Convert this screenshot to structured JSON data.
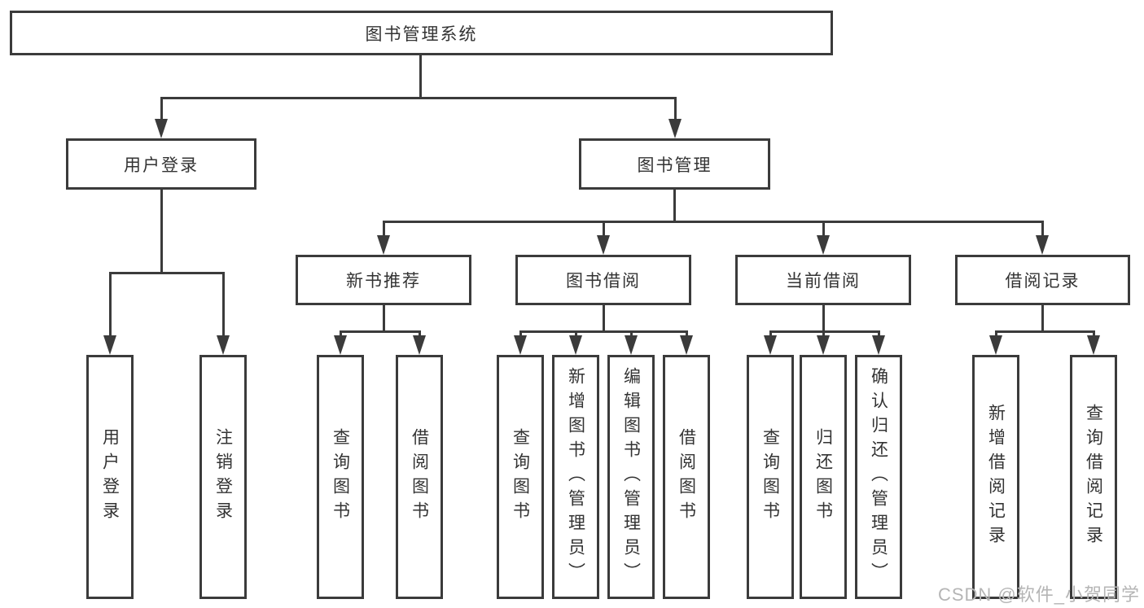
{
  "diagram": {
    "root": {
      "label": "图书管理系统"
    },
    "user_branch": {
      "label": "用户登录",
      "children": [
        {
          "label": "用户登录"
        },
        {
          "label": "注销登录"
        }
      ]
    },
    "book_branch": {
      "label": "图书管理",
      "groups": [
        {
          "label": "新书推荐",
          "children": [
            {
              "label": "查询图书"
            },
            {
              "label": "借阅图书"
            }
          ]
        },
        {
          "label": "图书借阅",
          "children": [
            {
              "label": "查询图书"
            },
            {
              "label": "新增图书（管理员）"
            },
            {
              "label": "编辑图书（管理员）"
            },
            {
              "label": "借阅图书"
            }
          ]
        },
        {
          "label": "当前借阅",
          "children": [
            {
              "label": "查询图书"
            },
            {
              "label": "归还图书"
            },
            {
              "label": "确认归还（管理员）"
            }
          ]
        },
        {
          "label": "借阅记录",
          "children": [
            {
              "label": "新增借阅记录"
            },
            {
              "label": "查询借阅记录"
            }
          ]
        }
      ]
    }
  },
  "watermark": {
    "text": "CSDN @软件_小贺同学"
  },
  "colors": {
    "line": "#3b3b3b",
    "text": "#333333",
    "watermark": "#b5b5b5",
    "background": "#ffffff"
  }
}
